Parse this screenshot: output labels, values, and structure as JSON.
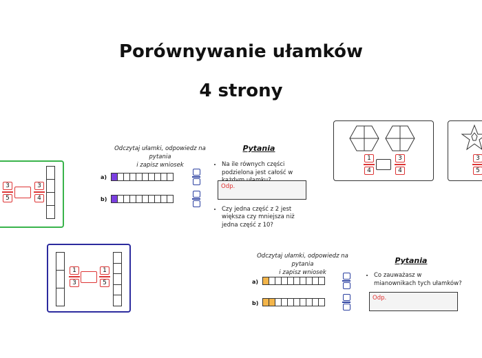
{
  "title": "Porównywanie ułamków",
  "subtitle": "4 strony",
  "colors": {
    "green_border": "#38b34a",
    "navy_border": "#2b2a9e",
    "purple_fill": "#7b3fe0",
    "orange_fill": "#f3b54a",
    "red_box": "#d33333",
    "answer_label": "#e03030",
    "fraction_blue": "#2a3fa0"
  },
  "worksheet_top": {
    "instruction_line1": "Odczytaj ułamki, odpowiedz na pytania",
    "instruction_line2": "i zapisz wniosek",
    "row_labels": [
      "a)",
      "b)"
    ],
    "bar_cells": 10,
    "bar_a_filled": 1,
    "bar_b_filled": 1,
    "questions_heading": "Pytania",
    "question1": "Na ile równych części podzielona jest całość w każdym ułamku?",
    "answer_label": "Odp.",
    "question2": "Czy jedna część z 2 jest większa czy mniejsza niż jedna część z 10?"
  },
  "worksheet_bottom": {
    "instruction_line1": "Odczytaj ułamki, odpowiedz na pytania",
    "instruction_line2": "i zapisz wniosek",
    "row_labels": [
      "a)",
      "b)"
    ],
    "bar_cells": 10,
    "bar_a_filled": 1,
    "bar_b_filled": 2,
    "questions_heading": "Pytania",
    "question1": "Co zauważasz w mianownikach tych ułamków?",
    "answer_label": "Odp."
  },
  "card_green": {
    "left_fraction": [
      "3",
      "5"
    ],
    "right_fraction": [
      "3",
      "4"
    ]
  },
  "card_navy": {
    "left_fraction": [
      "1",
      "3"
    ],
    "right_fraction": [
      "1",
      "5"
    ]
  },
  "card_hexagons": {
    "left_fraction": [
      "1",
      "4"
    ],
    "right_fraction": [
      "3",
      "4"
    ]
  },
  "card_star": {
    "fraction": [
      "3",
      "5"
    ]
  }
}
